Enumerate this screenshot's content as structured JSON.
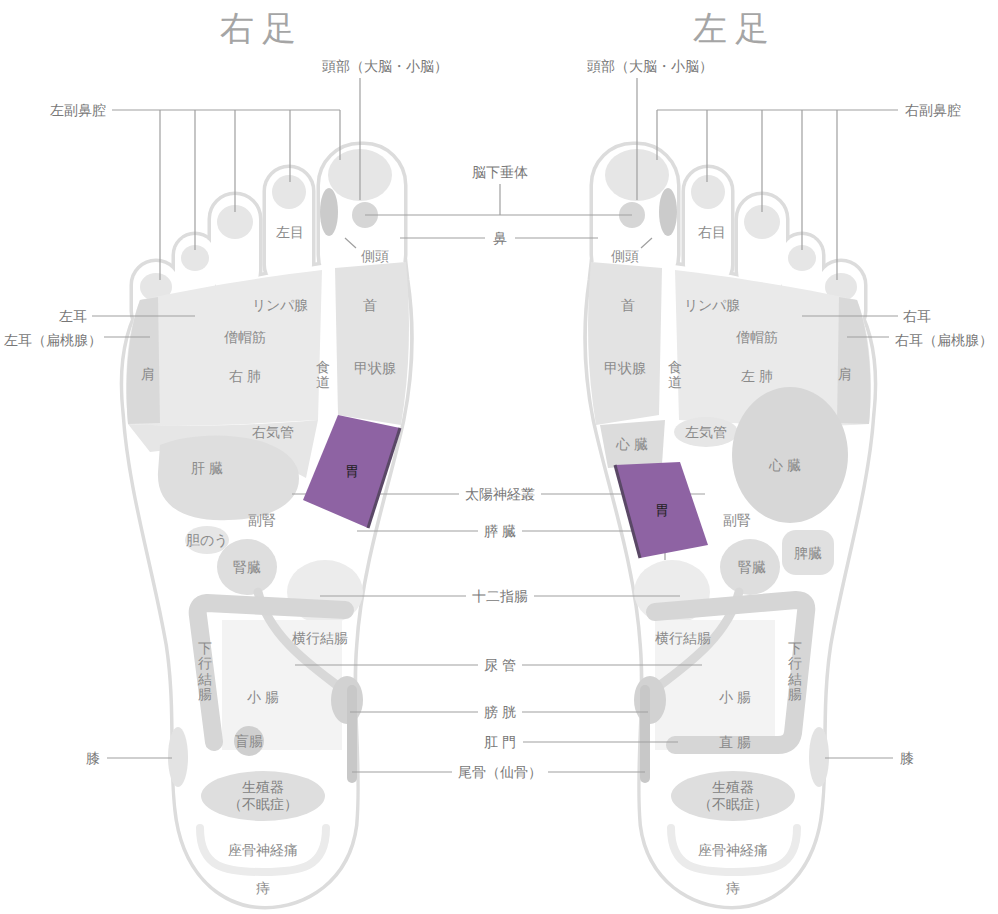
{
  "diagram": {
    "nodes": [
      {
        "text": [
          "胃"
        ]
      },
      {
        "text": [
          "胃"
        ]
      },
      {
        "text": [
          "生殖器 （不眠症）"
        ]
      },
      {
        "text": [
          "生殖器 （不眠症）"
        ]
      }
    ],
    "labels": [
      "右足",
      "左足",
      "頭部（大脳・小脳）",
      "頭部（大脳・小脳）",
      "左副鼻腔",
      "右副鼻腔",
      "脳下垂体",
      "鼻",
      "左耳",
      "左耳（扁桃腺）",
      "右耳",
      "右耳（扁桃腺）",
      "太陽神経叢",
      "膵 臓",
      "十二指腸",
      "尿 管",
      "膀 胱",
      "肛 門",
      "尾骨（仙骨）",
      "膝",
      "膝",
      "左目",
      "側頭",
      "リンパ腺",
      "首",
      "僧帽筋",
      "右 肺",
      "食道",
      "甲状腺",
      "肩",
      "右気管",
      "肝 臓",
      "副腎",
      "胆のう",
      "腎臓",
      "下行結腸",
      "横行結腸",
      "小 腸",
      "盲腸",
      "座骨神経痛",
      "痔",
      "右目",
      "側頭",
      "首",
      "リンパ腺",
      "食道",
      "甲状腺",
      "僧帽筋",
      "左 肺",
      "肩",
      "心 臓",
      "左気管",
      "心 臓",
      "副腎",
      "脾臓",
      "腎臓",
      "横行結腸",
      "下行結腸",
      "小 腸",
      "直 腸",
      "座骨神経痛",
      "痔"
    ]
  }
}
